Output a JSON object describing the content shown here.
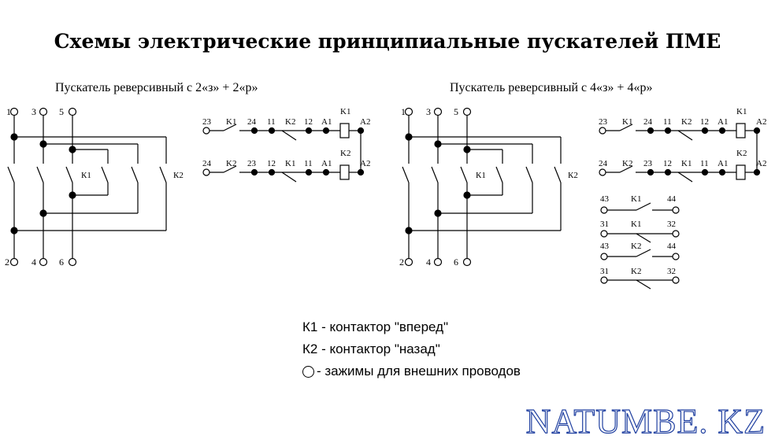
{
  "title": "Схемы электрические принципиальные пускателей ПМЕ",
  "left_diagram": {
    "subtitle": "Пускатель реверсивный с 2«з» + 2«р»",
    "top_terminals": [
      "1",
      "3",
      "5"
    ],
    "bottom_terminals": [
      "2",
      "4",
      "6"
    ],
    "contact_labels": [
      "К1",
      "К2"
    ],
    "control_rows": [
      {
        "terminals": [
          "23",
          "24",
          "11",
          "12",
          "A1",
          "A2"
        ],
        "contacts": [
          "K1",
          "K2"
        ],
        "coil": "K1"
      },
      {
        "terminals": [
          "24",
          "23",
          "12",
          "11",
          "A1",
          "A2"
        ],
        "contacts": [
          "K2",
          "K1"
        ],
        "coil": "K2"
      }
    ]
  },
  "right_diagram": {
    "subtitle": "Пускатель реверсивный с 4«з» + 4«р»",
    "top_terminals": [
      "1",
      "3",
      "5"
    ],
    "bottom_terminals": [
      "2",
      "4",
      "6"
    ],
    "contact_labels": [
      "К1",
      "К2"
    ],
    "control_rows": [
      {
        "terminals": [
          "23",
          "24",
          "11",
          "12",
          "A1",
          "A2"
        ],
        "contacts": [
          "K1",
          "K2"
        ],
        "coil": "K1"
      },
      {
        "terminals": [
          "24",
          "23",
          "12",
          "11",
          "A1",
          "A2"
        ],
        "contacts": [
          "K2",
          "K1"
        ],
        "coil": "K2"
      }
    ],
    "aux_contacts": [
      {
        "from": "43",
        "label": "K1",
        "to": "44"
      },
      {
        "from": "31",
        "label": "K1",
        "to": "32"
      },
      {
        "from": "43",
        "label": "K2",
        "to": "44"
      },
      {
        "from": "31",
        "label": "K2",
        "to": "32"
      }
    ]
  },
  "legend": {
    "k1": "К1 - контактор \"вперед\"",
    "k2": "К2 - контактор \"назад\"",
    "terminals": "- зажимы для внешних проводов"
  },
  "watermark": "NATUMBE. KZ"
}
